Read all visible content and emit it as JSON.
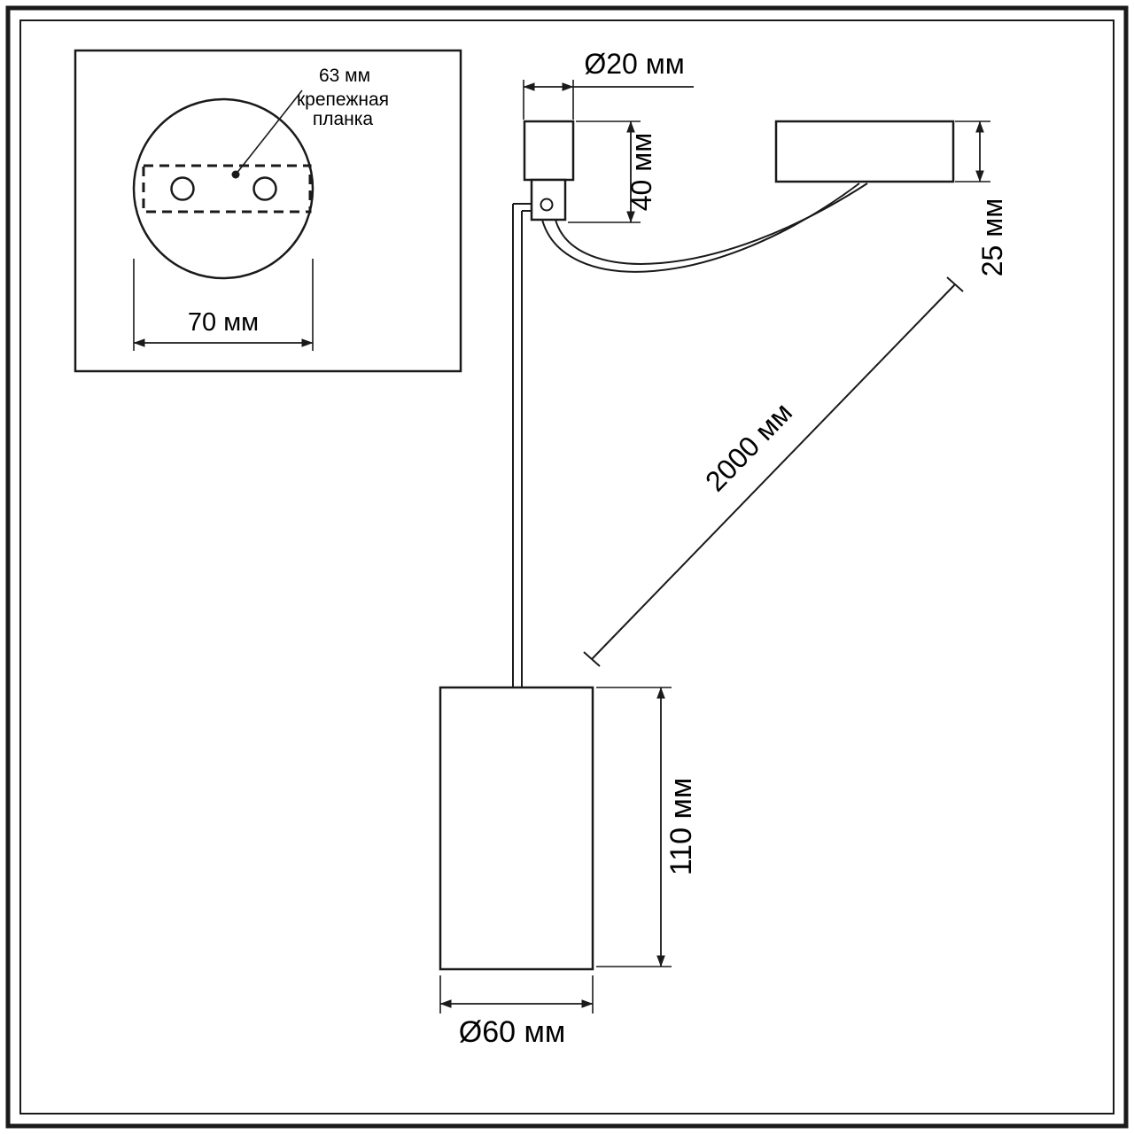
{
  "inset": {
    "hole_spacing_label": "63 мм",
    "plate_label_line1": "крепежная",
    "plate_label_line2": "планка",
    "base_width_label": "70 мм"
  },
  "dimensions": {
    "stem_diameter_label": "Ø20 мм",
    "holder_height_label": "40 мм",
    "mount_thickness_label": "25 мм",
    "cord_length_label": "2000 мм",
    "shade_height_label": "110 мм",
    "shade_diameter_label": "Ø60 мм"
  },
  "colors": {
    "line": "#1a1a1a",
    "background": "#ffffff"
  }
}
